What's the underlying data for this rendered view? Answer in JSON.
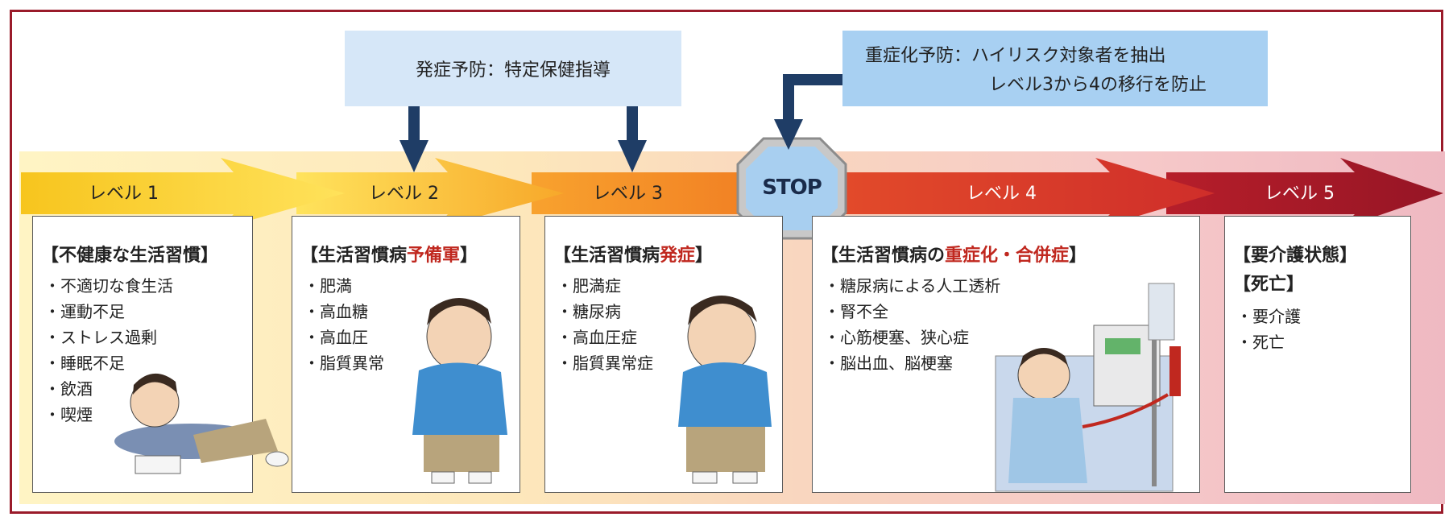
{
  "callouts": {
    "prevention": "発症予防：特定保健指導",
    "severe_line1": "重症化予防：ハイリスク対象者を抽出",
    "severe_line2": "レベル3から4の移行を防止"
  },
  "stop_sign": "STOP",
  "levels": [
    {
      "label": "レベル 1",
      "title": "【不健康な生活習慣】",
      "items": [
        "・不適切な食生活",
        "・運動不足",
        "・ストレス過剰",
        "・睡眠不足",
        "・飲酒",
        "・喫煙"
      ]
    },
    {
      "label": "レベル 2",
      "title_pre": "【生活習慣病",
      "title_red": "予備軍",
      "title_post": "】",
      "items": [
        "・肥満",
        "・高血糖",
        "・高血圧",
        "・脂質異常"
      ]
    },
    {
      "label": "レベル 3",
      "title_pre": "【生活習慣病",
      "title_red": "発症",
      "title_post": "】",
      "items": [
        "・肥満症",
        "・糖尿病",
        "・高血圧症",
        "・脂質異常症"
      ]
    },
    {
      "label": "レベル 4",
      "title_pre": "【生活習慣病の",
      "title_red": "重症化・合併症",
      "title_post": "】",
      "items": [
        "・糖尿病による人工透析",
        "・腎不全",
        "・心筋梗塞、狭心症",
        "・脳出血、脳梗塞"
      ]
    },
    {
      "label": "レベル 5",
      "title": "【要介護状態】",
      "title2": "【死亡】",
      "items": [
        "・要介護",
        "・死亡"
      ]
    }
  ],
  "colors": {
    "border": "#9a1b2a",
    "accent_red": "#c0281f",
    "arrow_navy": "#1f3d66",
    "stop_fill": "#a8cff0"
  }
}
